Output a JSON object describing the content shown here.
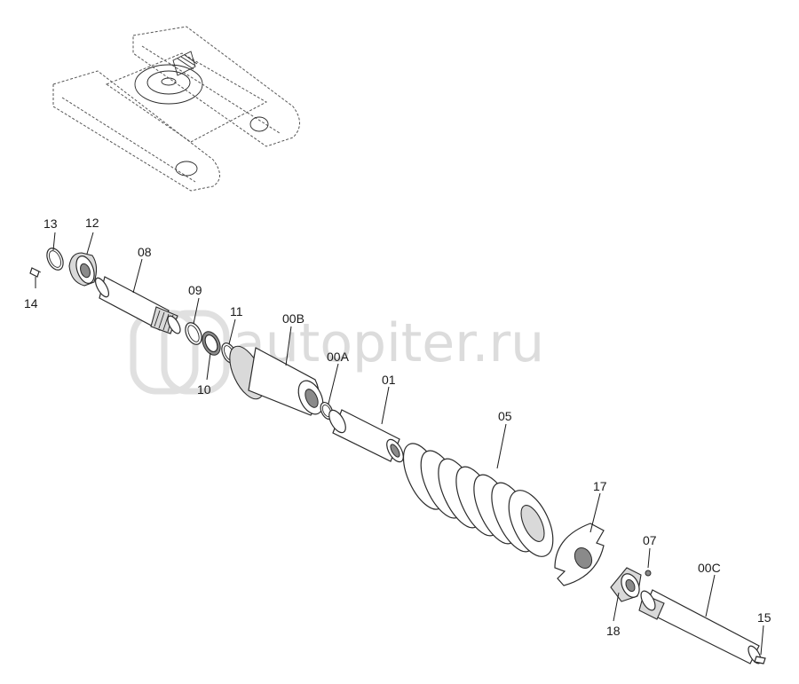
{
  "watermark": "autopiter.ru",
  "labels": {
    "p13": "13",
    "p12": "12",
    "p14": "14",
    "p08": "08",
    "p09": "09",
    "p11": "11",
    "p10": "10",
    "p00B": "00B",
    "p00A": "00A",
    "p01": "01",
    "p05": "05",
    "p17": "17",
    "p07": "07",
    "p00C": "00C",
    "p18": "18",
    "p15": "15"
  }
}
